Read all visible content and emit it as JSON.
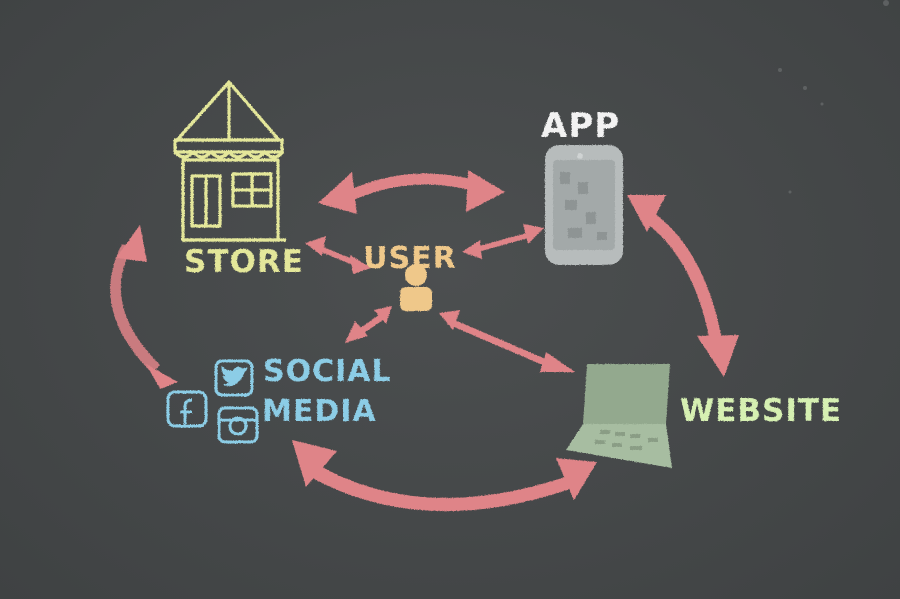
{
  "labels": {
    "store": "STORE",
    "app": "APP",
    "user": "USER",
    "social": "SOCIAL",
    "media": "MEDIA",
    "website": "WEBSITE"
  },
  "colors": {
    "background": "#454849",
    "store": "#e4e79a",
    "app": "#f2f2f2",
    "user": "#efc88a",
    "social": "#8ccde6",
    "website": "#d6f0b2",
    "arrow": "#df8488",
    "phone": "#b7bcbc",
    "laptop": "#93a98e"
  },
  "icons": [
    "house-icon",
    "phone-icon",
    "user-icon",
    "facebook-icon",
    "twitter-icon",
    "instagram-icon",
    "laptop-icon"
  ]
}
